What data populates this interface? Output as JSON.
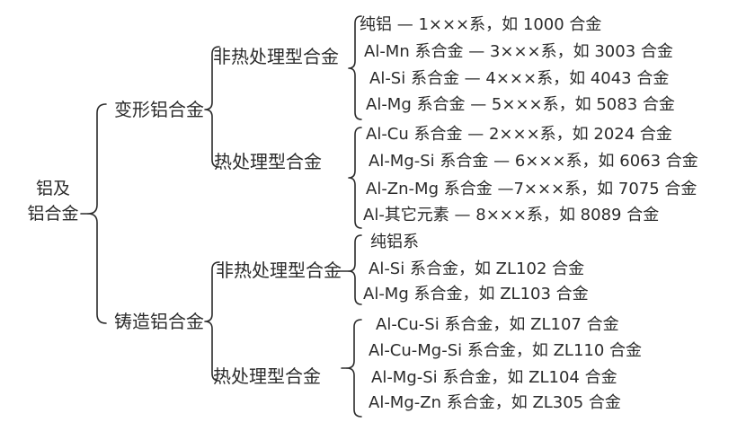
{
  "colors": {
    "background": "#ffffff",
    "line": "#2b2b2b",
    "text": "#2b2b2b"
  },
  "tree": {
    "root_lines": [
      "铝及",
      "铝合金"
    ],
    "branches": [
      {
        "label": "变形铝合金",
        "children": [
          {
            "label": "非热处理型合金",
            "leaves": [
              "纯铝 — 1×××系，如 1000 合金",
              "Al-Mn 系合金 — 3×××系，如 3003 合金",
              "Al-Si 系合金 — 4×××系，如 4043 合金",
              "Al-Mg 系合金 — 5×××系，如 5083 合金"
            ]
          },
          {
            "label": "热处理型合金",
            "leaves": [
              "Al-Cu 系合金 — 2×××系，如 2024 合金",
              "Al-Mg-Si 系合金 — 6×××系，如 6063 合金",
              "Al-Zn-Mg 系合金 —7×××系，如 7075 合金",
              "Al-其它元素 — 8×××系，如 8089 合金"
            ]
          }
        ]
      },
      {
        "label": "铸造铝合金",
        "children": [
          {
            "label": "非热处理型合金",
            "leaves": [
              "纯铝系",
              "Al-Si 系合金，如 ZL102 合金",
              "Al-Mg 系合金，如 ZL103 合金"
            ]
          },
          {
            "label": "热处理型合金",
            "leaves": [
              "Al-Cu-Si 系合金，如 ZL107 合金",
              "Al-Cu-Mg-Si 系合金，如 ZL110 合金",
              "Al-Mg-Si 系合金，如 ZL104 合金",
              "Al-Mg-Zn 系合金，如 ZL305 合金"
            ]
          }
        ]
      }
    ]
  }
}
